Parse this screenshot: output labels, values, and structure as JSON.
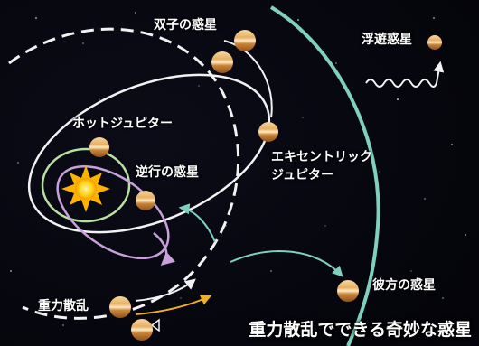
{
  "labels": {
    "twin_planets": "双子の惑星",
    "rogue_planet": "浮遊惑星",
    "hot_jupiter": "ホットジュピター",
    "retrograde_planet": "逆行の惑星",
    "eccentric_jupiter_line1": "エキセントリック",
    "eccentric_jupiter_line2": "ジュピター",
    "distant_planet": "彼方の惑星",
    "gravitational_scattering": "重力散乱"
  },
  "caption": "重力散乱でできる奇妙な惑星",
  "colors": {
    "background": "#06060c",
    "orbit_white": "#f2f2f2",
    "orbit_green": "#b8e0a0",
    "orbit_purple": "#c9a0dc",
    "orbit_teal": "#7fd0bf",
    "arrow_yellow": "#f0b020",
    "sun": "#ffd21a",
    "planet_light": "#f3c57a",
    "planet_dark": "#b56f2a"
  }
}
